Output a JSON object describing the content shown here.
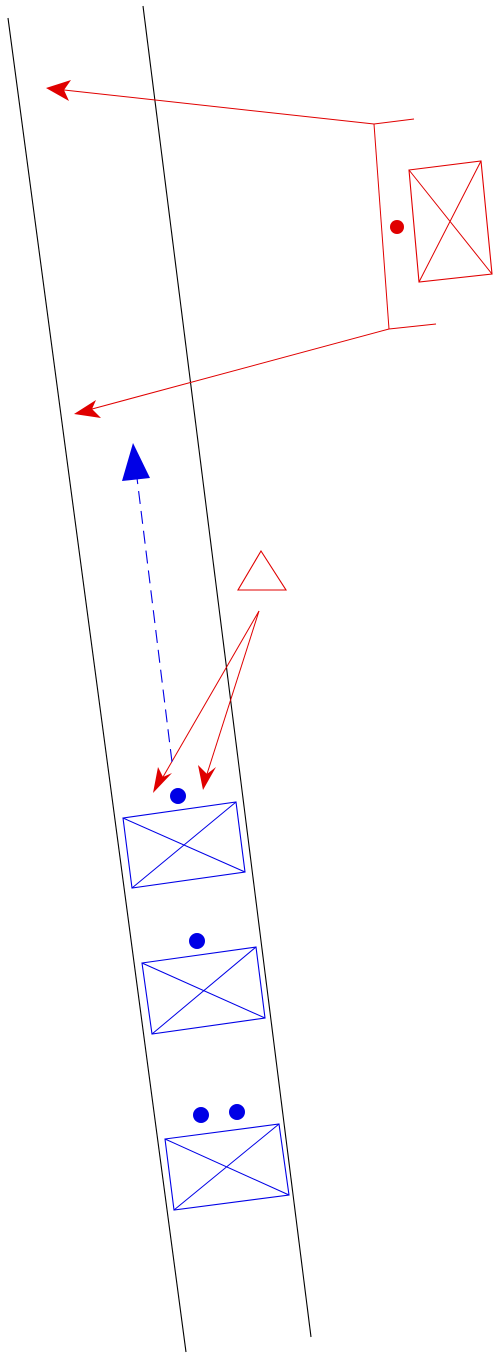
{
  "diagram": {
    "colors": {
      "background": "#ffffff",
      "road_edge": "#000000",
      "other_party": "#e00000",
      "own_party": "#0000e6"
    },
    "road": {
      "edges": [
        "left-edge",
        "right-edge"
      ]
    },
    "other_vehicle": {
      "icon": "crossed-box-vehicle-icon",
      "occupant_count": 1,
      "movement_paths": 2
    },
    "own_vehicles": [
      {
        "name": "lead-vehicle",
        "icon": "crossed-box-vehicle-icon",
        "occupant_count": 1
      },
      {
        "name": "middle-vehicle",
        "icon": "crossed-box-vehicle-icon",
        "occupant_count": 1
      },
      {
        "name": "rear-vehicle",
        "icon": "crossed-box-vehicle-icon",
        "occupant_count": 2
      }
    ],
    "symbols": {
      "warning_triangle": "triangle-outline-icon",
      "travel_direction": "dashed-arrow-icon"
    }
  }
}
